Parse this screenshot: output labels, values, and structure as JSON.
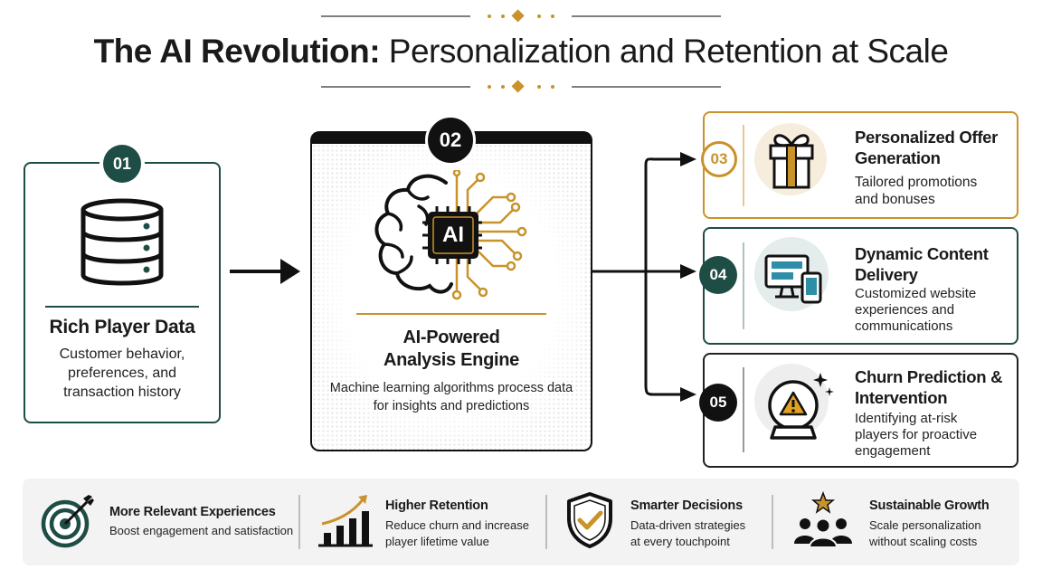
{
  "title": {
    "bold": "The AI Revolution:",
    "light": "Personalization and Retention at Scale"
  },
  "steps": [
    {
      "number": "01",
      "title": "Rich Player Data",
      "description": "Customer behavior, preferences, and transaction history"
    },
    {
      "number": "02",
      "title_line1": "AI-Powered",
      "title_line2": "Analysis Engine",
      "chip_label": "AI",
      "description": "Machine learning algorithms process data for insights and predictions"
    },
    {
      "number": "03",
      "title_line1": "Personalized Offer",
      "title_line2": "Generation",
      "description_line1": "Tailored promotions",
      "description_line2": "and bonuses"
    },
    {
      "number": "04",
      "title_line1": "Dynamic Content",
      "title_line2": "Delivery",
      "description_line1": "Customized website",
      "description_line2": "experiences and",
      "description_line3": "communications"
    },
    {
      "number": "05",
      "title_line1": "Churn Prediction &",
      "title_line2": "Intervention",
      "description_line1": "Identifying at-risk",
      "description_line2": "players for proactive",
      "description_line3": "engagement"
    }
  ],
  "benefits": [
    {
      "title": "More Relevant Experiences",
      "description": "Boost engagement and satisfaction"
    },
    {
      "title": "Higher Retention",
      "description_line1": "Reduce churn and increase",
      "description_line2": "player lifetime value"
    },
    {
      "title": "Smarter Decisions",
      "description_line1": "Data-driven strategies",
      "description_line2": "at every touchpoint"
    },
    {
      "title": "Sustainable Growth",
      "description_line1": "Scale personalization",
      "description_line2": "without scaling costs"
    }
  ],
  "colors": {
    "teal": "#1e4d45",
    "gold": "#c9922a",
    "dark": "#111111",
    "icon_bg": "#e4ecec"
  }
}
